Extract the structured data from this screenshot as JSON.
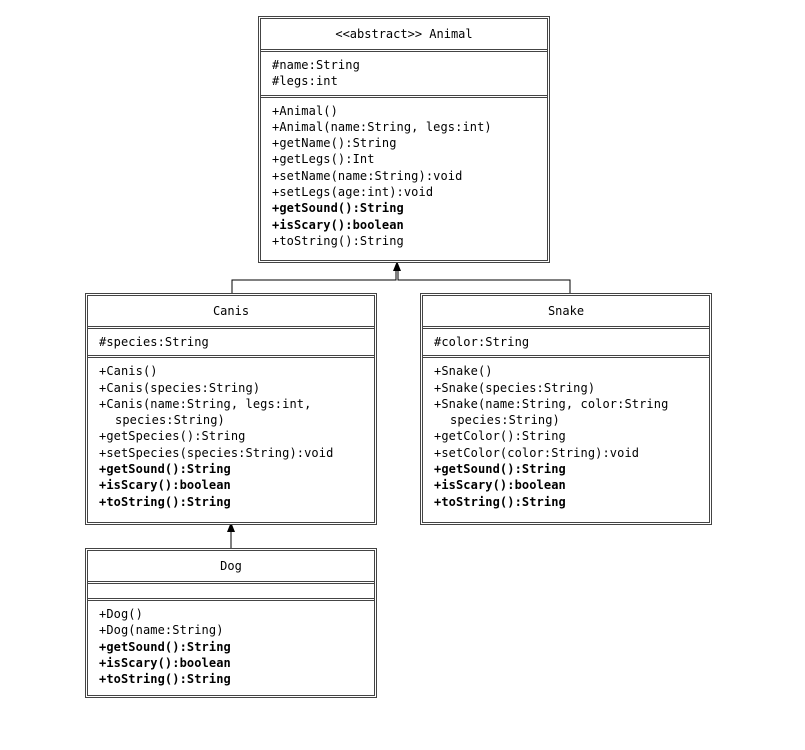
{
  "classes": {
    "animal": {
      "name": "<<abstract>> Animal",
      "attributes": [
        "#name:String",
        "#legs:int"
      ],
      "methods": [
        {
          "text": "+Animal()",
          "bold": false
        },
        {
          "text": "+Animal(name:String, legs:int)",
          "bold": false
        },
        {
          "text": "+getName():String",
          "bold": false
        },
        {
          "text": "+getLegs():Int",
          "bold": false
        },
        {
          "text": "+setName(name:String):void",
          "bold": false
        },
        {
          "text": "+setLegs(age:int):void",
          "bold": false
        },
        {
          "text": "+getSound():String",
          "bold": true
        },
        {
          "text": "+isScary():boolean",
          "bold": true
        },
        {
          "text": "+toString():String",
          "bold": false
        }
      ]
    },
    "canis": {
      "name": "Canis",
      "attributes": [
        "#species:String"
      ],
      "methods": [
        {
          "text": "+Canis()",
          "bold": false
        },
        {
          "text": "+Canis(species:String)",
          "bold": false
        },
        {
          "text": "+Canis(name:String, legs:int,",
          "bold": false
        },
        {
          "text": "species:String)",
          "bold": false,
          "indent": true
        },
        {
          "text": "+getSpecies():String",
          "bold": false
        },
        {
          "text": "+setSpecies(species:String):void",
          "bold": false
        },
        {
          "text": "+getSound():String",
          "bold": true
        },
        {
          "text": "+isScary():boolean",
          "bold": true
        },
        {
          "text": "+toString():String",
          "bold": true
        }
      ]
    },
    "snake": {
      "name": "Snake",
      "attributes": [
        "#color:String"
      ],
      "methods": [
        {
          "text": "+Snake()",
          "bold": false
        },
        {
          "text": "+Snake(species:String)",
          "bold": false
        },
        {
          "text": "+Snake(name:String, color:String",
          "bold": false
        },
        {
          "text": "species:String)",
          "bold": false,
          "indent": true
        },
        {
          "text": "+getColor():String",
          "bold": false
        },
        {
          "text": "+setColor(color:String):void",
          "bold": false
        },
        {
          "text": "+getSound():String",
          "bold": true
        },
        {
          "text": "+isScary():boolean",
          "bold": true
        },
        {
          "text": "+toString():String",
          "bold": true
        }
      ]
    },
    "dog": {
      "name": "Dog",
      "attributes": [],
      "methods": [
        {
          "text": "+Dog()",
          "bold": false
        },
        {
          "text": "+Dog(name:String)",
          "bold": false
        },
        {
          "text": "+getSound():String",
          "bold": true
        },
        {
          "text": "+isScary():boolean",
          "bold": true
        },
        {
          "text": "+toString():String",
          "bold": true
        }
      ]
    }
  },
  "relations": [
    {
      "from": "canis",
      "to": "animal",
      "type": "inheritance"
    },
    {
      "from": "snake",
      "to": "animal",
      "type": "inheritance"
    },
    {
      "from": "dog",
      "to": "canis",
      "type": "inheritance"
    }
  ]
}
